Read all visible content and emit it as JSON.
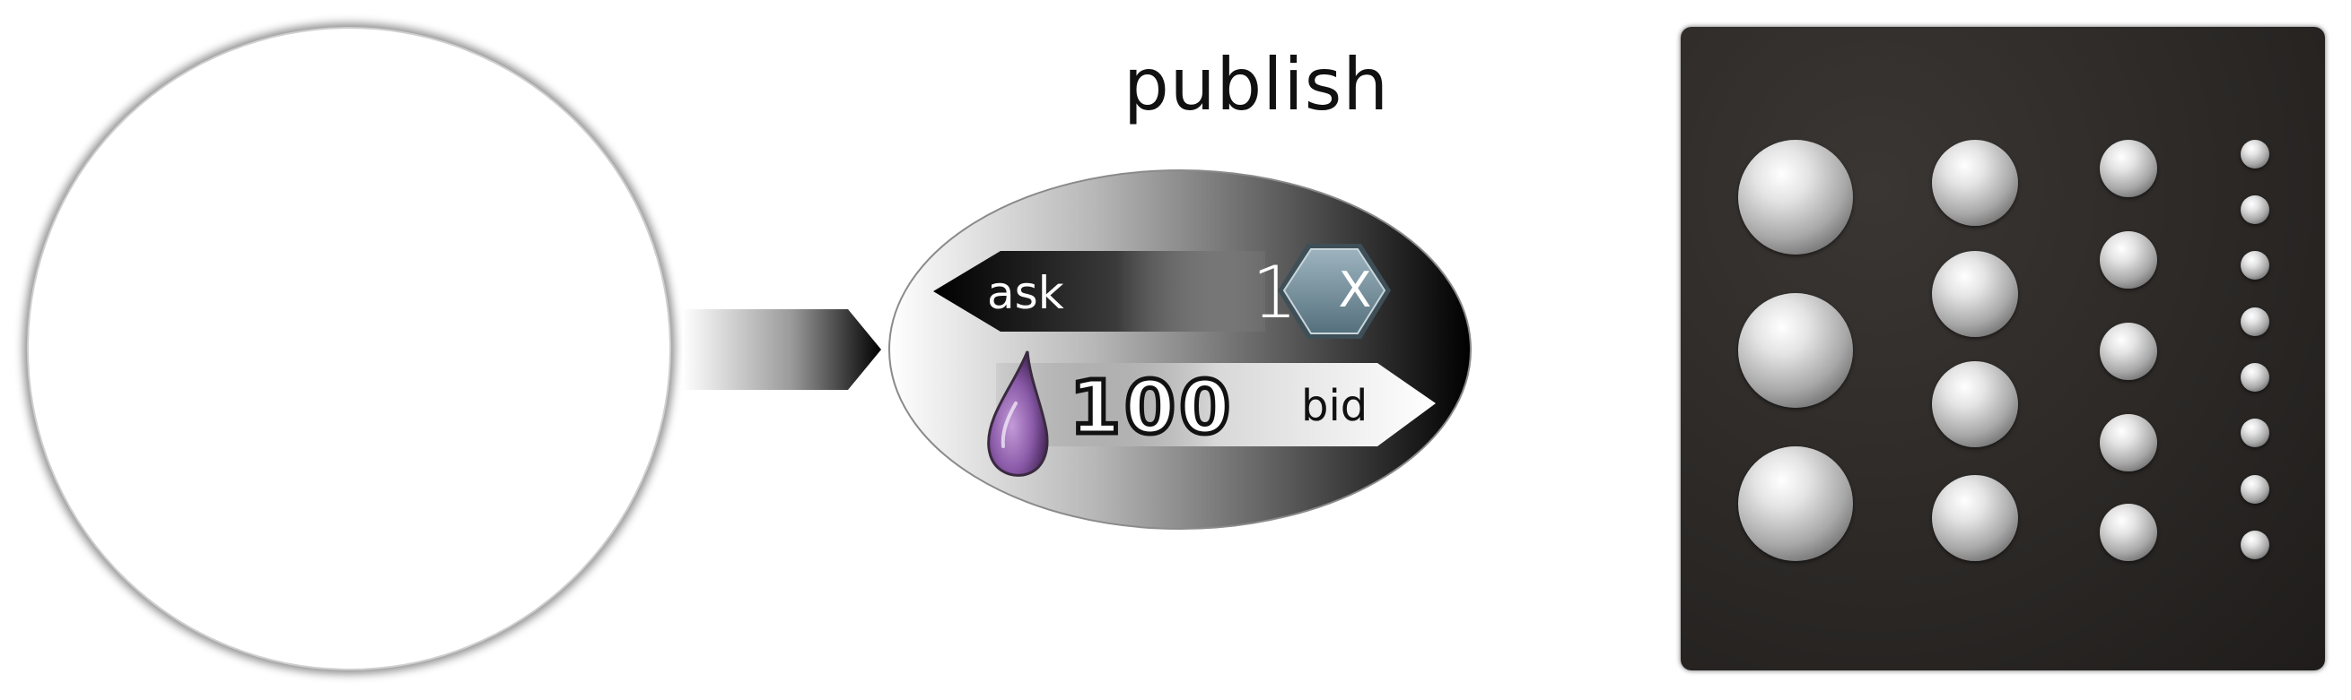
{
  "title": "publish",
  "order": {
    "ask_label": "ask",
    "ask_quantity": "1",
    "cancel_label": "X",
    "bid_amount": "100",
    "bid_label": "bid",
    "bid_currency_icon": "purple-droplet-icon"
  },
  "colors": {
    "ask_arrow": "#000000",
    "cancel_hexagon": "#6e8793",
    "droplet": "#8a5aa8",
    "panel_background": "#2a2725"
  },
  "tray": {
    "columns": [
      {
        "size": "large",
        "count": 3
      },
      {
        "size": "medium",
        "count": 4
      },
      {
        "size": "small",
        "count": 5
      },
      {
        "size": "tiny",
        "count": 8
      }
    ]
  }
}
